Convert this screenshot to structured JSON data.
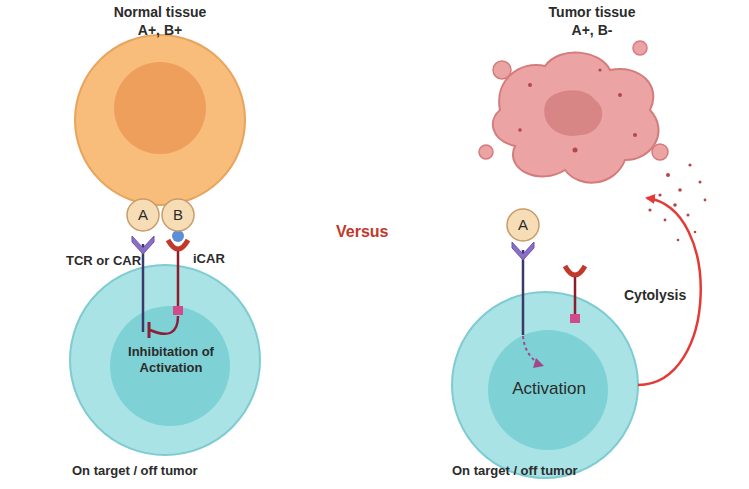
{
  "diagram": {
    "nodes": [
      {
        "text": [
          "Normal tissue",
          "A+, B+"
        ]
      },
      {
        "text": [
          "A"
        ]
      },
      {
        "text": [
          "B"
        ]
      },
      {
        "text": [
          "Inhibitation of Activation"
        ]
      },
      {
        "text": [
          "Tumor tissue",
          "A+, B-"
        ]
      },
      {
        "text": [
          "A"
        ]
      },
      {
        "text": [
          "Activation"
        ]
      }
    ],
    "edges": [
      {
        "from": 6,
        "to": 4,
        "label": "Cytolysis",
        "arrow": "to"
      }
    ],
    "labels": [
      "TCR or CAR",
      "iCAR",
      "Versus",
      "On target / off tumor",
      "On target / off tumor"
    ]
  }
}
